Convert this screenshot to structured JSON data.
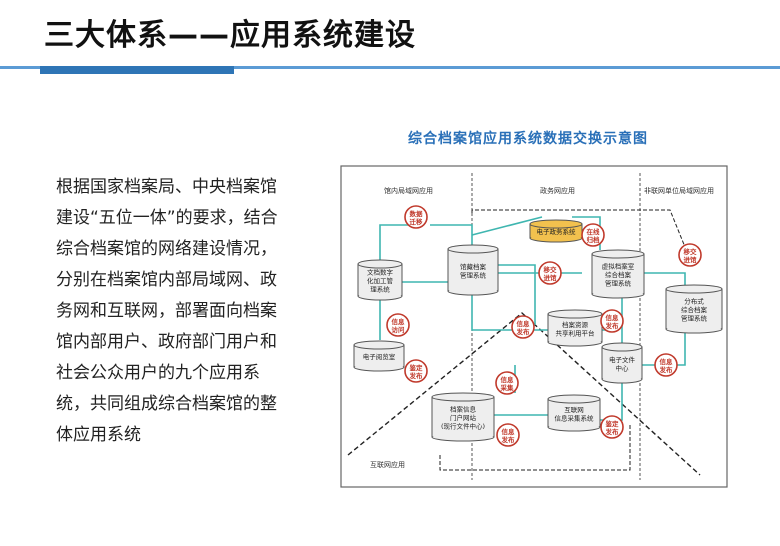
{
  "slide": {
    "title": "三大体系——应用系统建设",
    "body": "根据国家档案局、中央档案馆建设“五位一体”的要求，结合综合档案馆的网络建设情况，分别在档案馆内部局域网、政务网和互联网，部署面向档案馆内部用户、政府部门用户和社会公众用户的九个应用系统，共同组成综合档案馆的整体应用系统"
  },
  "diagram": {
    "title": "综合档案馆应用系统数据交换示意图",
    "zones": {
      "internal": "馆内局域网应用",
      "gov": "政务网应用",
      "nonconnect": "非联网单位局域网应用",
      "internet": "互联网应用"
    },
    "nodes": {
      "digitize": [
        "文档数字",
        "化加工管",
        "理系统"
      ],
      "mgmt": [
        "馆藏档案",
        "管理系统"
      ],
      "reading": [
        "电子阅览室"
      ],
      "egov": [
        "电子政务系统"
      ],
      "virtual": [
        "虚拟档案室",
        "综合档案",
        "管理系统"
      ],
      "share": [
        "档案资源",
        "共享利用平台"
      ],
      "filecenter": [
        "电子文件",
        "中心"
      ],
      "distributed": [
        "分布式",
        "综合档案",
        "管理系统"
      ],
      "portal": [
        "档案信息",
        "门户网站",
        "(现行文件中心)"
      ],
      "collect": [
        "互联网",
        "信息采集系统"
      ]
    },
    "badges": {
      "migrate": [
        "数据",
        "迁移"
      ],
      "archive_online": [
        "在线",
        "归档"
      ],
      "transfer_in": [
        "移交",
        "进馆"
      ],
      "transfer_gov": [
        "移交",
        "进馆"
      ],
      "info_access": [
        "信息",
        "访问"
      ],
      "info_publish_a": [
        "信息",
        "发布"
      ],
      "info_publish_b": [
        "信息",
        "发布"
      ],
      "info_publish_c": [
        "信息",
        "发布"
      ],
      "info_collect": [
        "信息",
        "采集"
      ],
      "censor_publish_a": [
        "鉴定",
        "发布"
      ],
      "censor_publish_b": [
        "鉴定",
        "发布"
      ],
      "info_publish_d": [
        "信息",
        "发布"
      ]
    },
    "colors": {
      "line": "#3fb6b0",
      "badge_ring": "#c0392b",
      "badge_text": "#c0392b",
      "node_fill": "#eeeeee",
      "egov_fill": "#f2c14e"
    }
  }
}
